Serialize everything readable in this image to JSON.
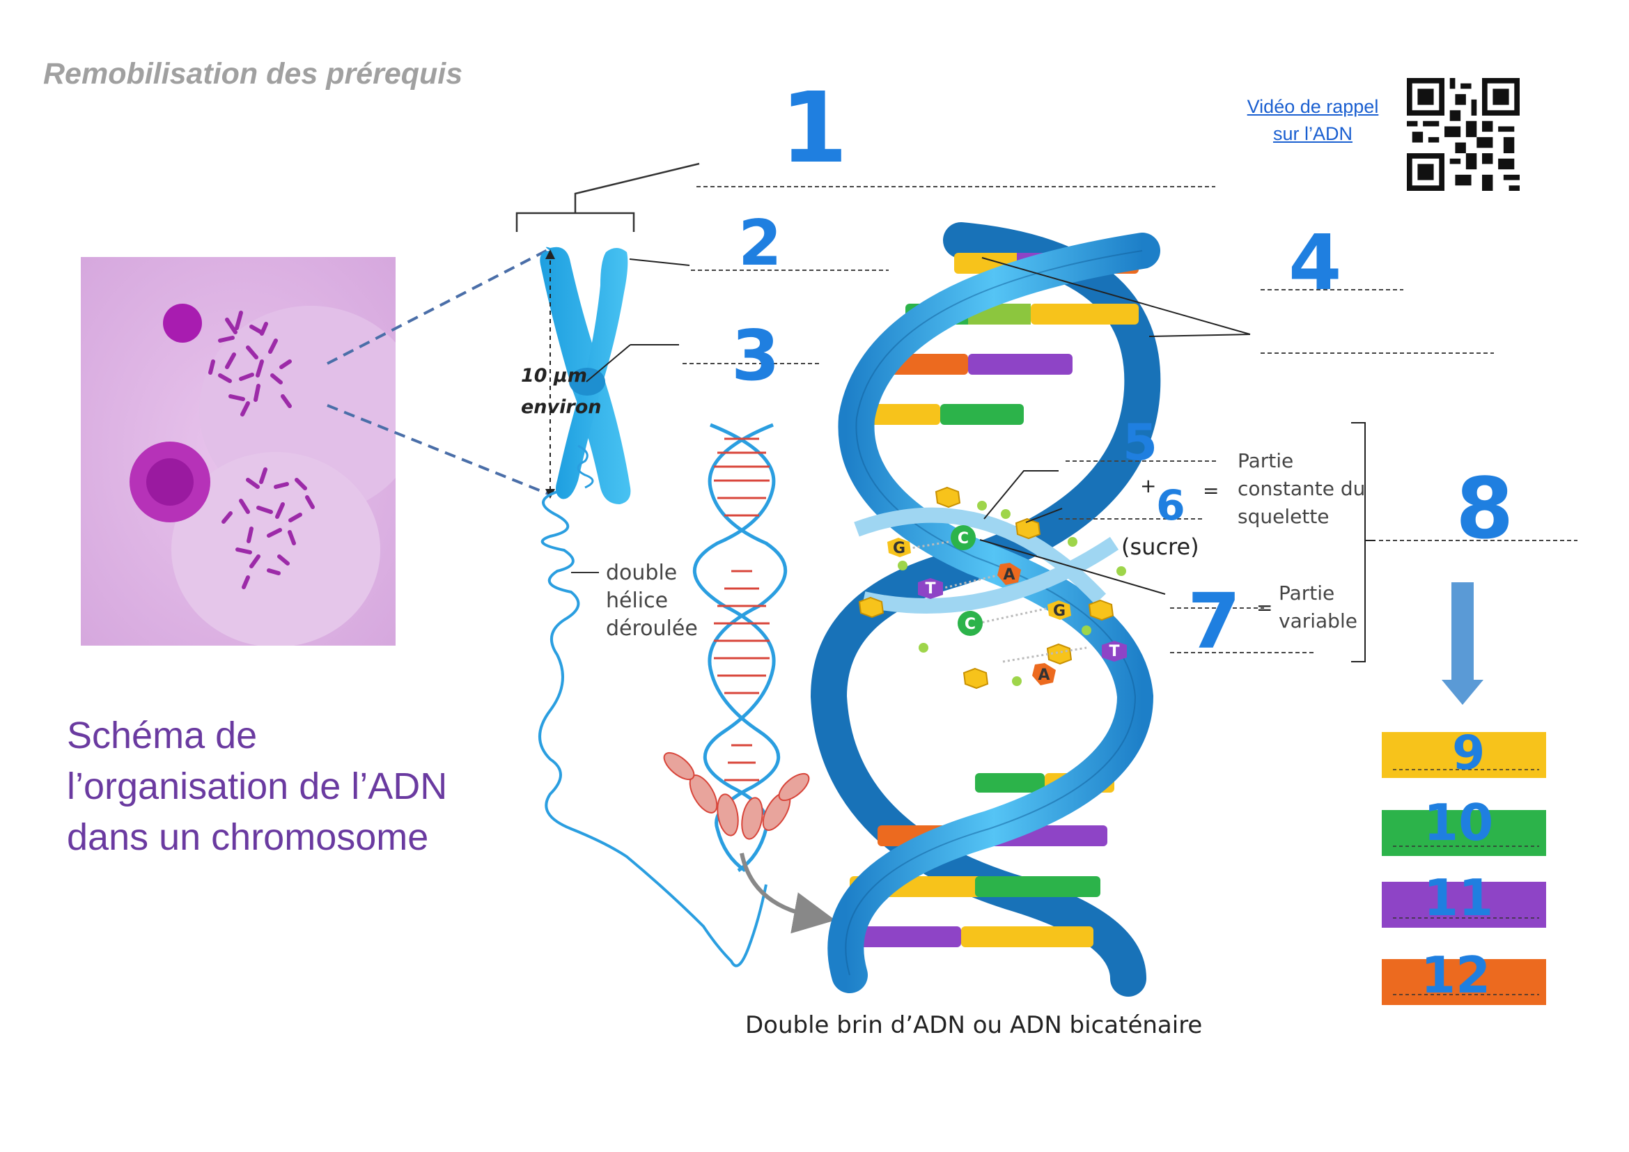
{
  "header": {
    "title": "Remobilisation des prérequis"
  },
  "video_link": {
    "line1": "Vidéo de rappel",
    "line2": "sur l’ADN"
  },
  "qr": {
    "icon": "qr-code-icon"
  },
  "schema_title": {
    "line1": "Schéma de",
    "line2": "l’organisation de l’ADN",
    "line3": "dans un chromosome"
  },
  "chromosome": {
    "size_value": "10 µm",
    "size_label": "environ"
  },
  "unrolled_label": {
    "line1": "double",
    "line2": "hélice",
    "line3": "déroulée"
  },
  "printed_labels": {
    "partie_constante": [
      "Partie",
      "constante du",
      "squelette"
    ],
    "sucre": "(sucre)",
    "partie_variable": [
      "Partie",
      "variable"
    ],
    "plus": "+",
    "equals1": "=",
    "equals2": "="
  },
  "bases": [
    "G",
    "C",
    "T",
    "A",
    "G",
    "C",
    "A",
    "T"
  ],
  "handwritten_numbers": [
    "1",
    "2",
    "3",
    "4",
    "5",
    "6",
    "7",
    "8",
    "9",
    "10",
    "11",
    "12"
  ],
  "caption": "Double brin d’ADN ou ADN bicaténaire",
  "colors": {
    "yellow": "#f7c31b",
    "green": "#2cb34a",
    "purple": "#8e44c6",
    "orange": "#ec6a1f",
    "helix_blue": "#2a9ee0",
    "handwriting": "#1f7fe0",
    "title_purple": "#6a3aa0"
  }
}
